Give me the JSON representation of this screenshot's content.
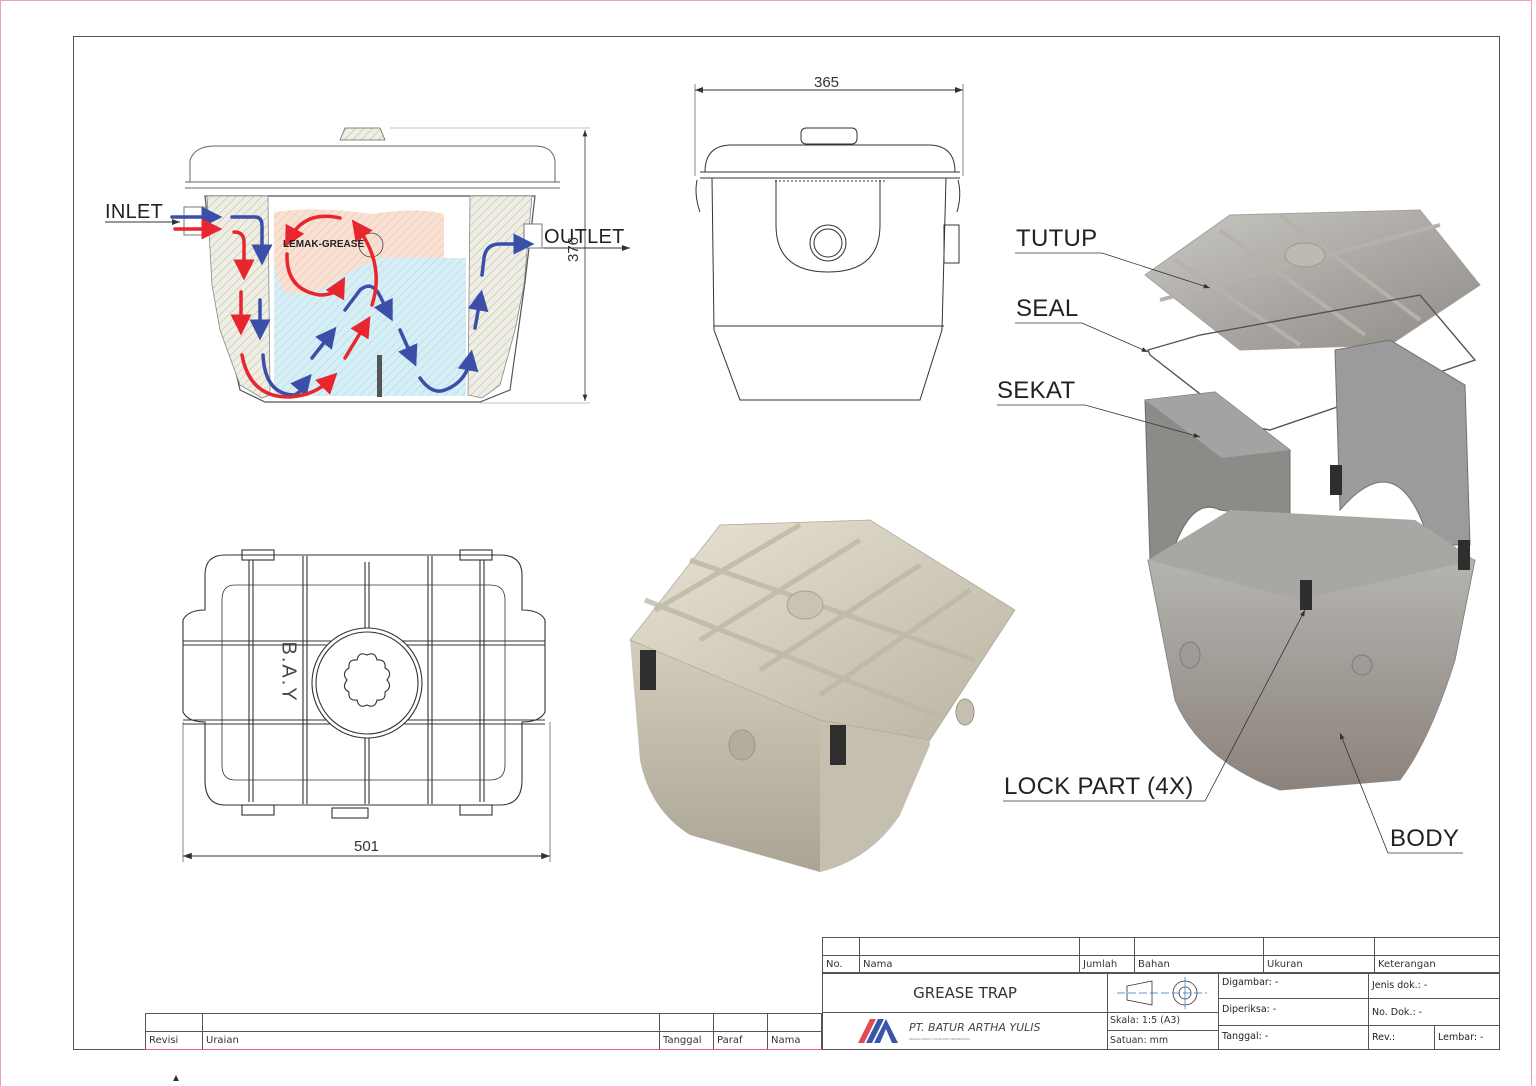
{
  "drawing": {
    "title": "GREASE TRAP",
    "company": "PT. BATUR ARTHA YULIS",
    "company_tagline": "PENGECORAN LOGAM DAN PERMESINAN",
    "colors": {
      "frame": "#555555",
      "page_edge": "#f2a0ae",
      "flow_water": "#3b4fa8",
      "flow_grease": "#e8262e",
      "grease_zone": "#f6d9c8",
      "water_zone": "#d2ecf4",
      "wall_hatch": "#e5e3d3",
      "render_beige": "#d9d4c3",
      "render_grey": "#a6a6a6",
      "logo_red": "#e04b5a",
      "logo_blue": "#3a56a8"
    }
  },
  "section_view": {
    "inlet_label": "INLET",
    "outlet_label": "OUTLET",
    "grease_label": "LEMAK-GREASE",
    "height_dim": "376"
  },
  "front_view": {
    "width_dim": "365"
  },
  "top_view": {
    "width_dim": "501",
    "emboss_text": "B.A.Y"
  },
  "exploded_view": {
    "callouts": [
      {
        "id": "tutup",
        "label": "TUTUP"
      },
      {
        "id": "seal",
        "label": "SEAL"
      },
      {
        "id": "sekat",
        "label": "SEKAT"
      },
      {
        "id": "lock",
        "label": "LOCK PART (4X)"
      },
      {
        "id": "body",
        "label": "BODY"
      }
    ]
  },
  "title_block": {
    "parts_header": {
      "no": "No.",
      "nama": "Nama",
      "jumlah": "Jumlah",
      "bahan": "Bahan",
      "ukuran": "Ukuran",
      "keterangan": "Keterangan"
    },
    "scale": "Skala: 1:5 (A3)",
    "units": "Satuan: mm",
    "digambar": "Digambar: -",
    "diperiksa": "Diperiksa: -",
    "tanggal": "Tanggal: -",
    "jenis_dok": "Jenis dok.: -",
    "no_dok": "No. Dok.: -",
    "rev": "Rev.:",
    "lembar": "Lembar: -"
  },
  "revision_block": {
    "headers": {
      "revisi": "Revisi",
      "uraian": "Uraian",
      "tanggal": "Tanggal",
      "paraf": "Paraf",
      "nama": "Nama"
    }
  }
}
